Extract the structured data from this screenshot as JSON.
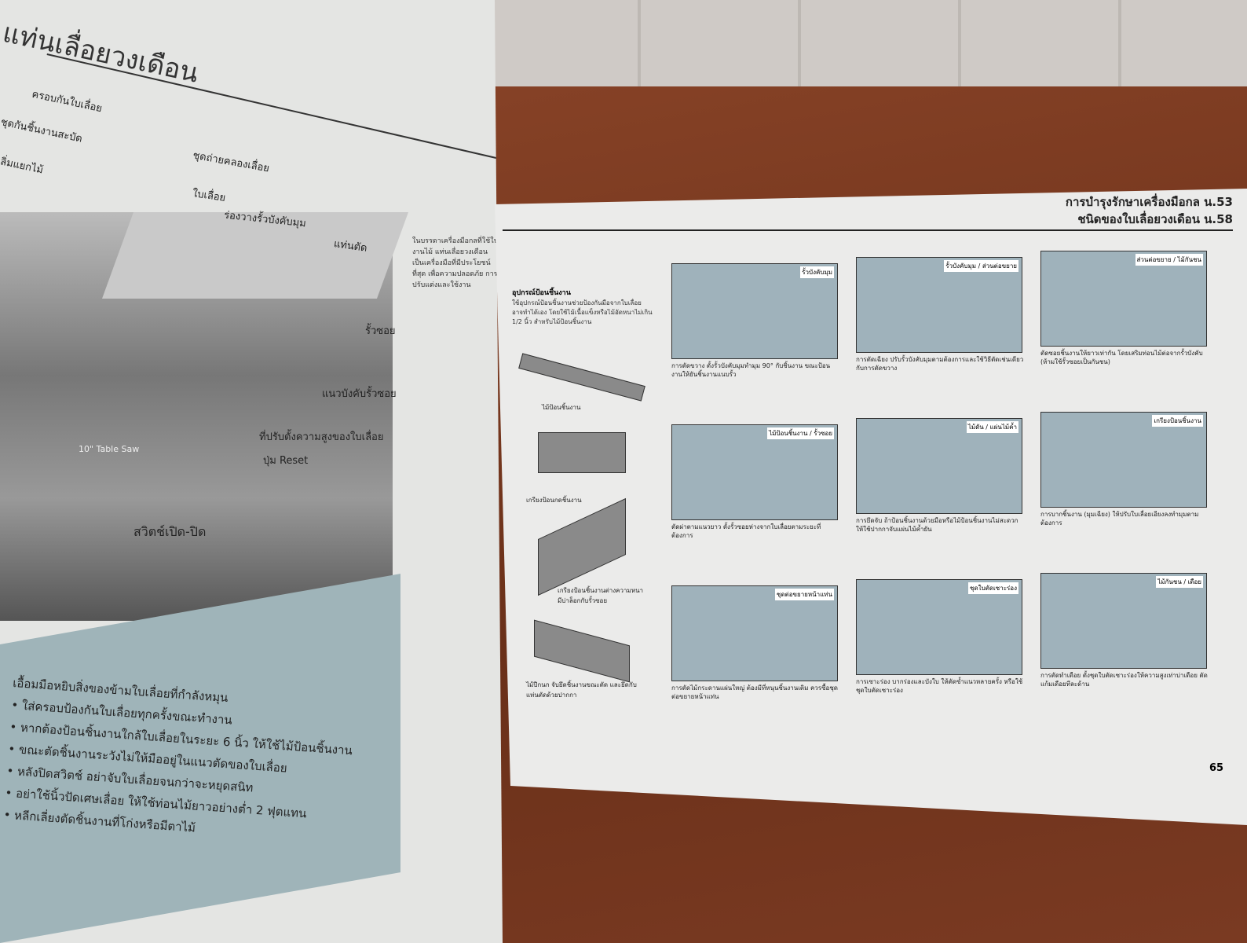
{
  "left_page": {
    "title": "แท่นเลื่อยวงเดือน",
    "labels": [
      "ครอบกันใบเลื่อย",
      "ชุดกันชิ้นงานสะบัด",
      "ลิ่มแยกไม้",
      "ชุดถ่ายคลองเลื่อย",
      "ใบเลื่อย",
      "ร่องวางรั้วบังคับมุม",
      "แท่นตัด",
      "รั้วซอย",
      "แนวบังคับรั้วซอย",
      "ที่ปรับตั้งความสูงของใบเลื่อย",
      "ปุ่ม Reset",
      "สวิตช์เปิด-ปิด",
      "10\" Table Saw"
    ],
    "body_text": "ในบรรดาเครื่องมือกลที่ใช้ในงานไม้ แท่นเลื่อยวงเดือนเป็นเครื่องมือที่มีประโยชน์ที่สุด เพื่อความปลอดภัย การปรับแต่งและใช้งาน",
    "bullets": [
      "เอื้อมมือหยิบสิ่งของข้ามใบเลื่อยที่กำลังหมุน",
      "• ใส่ครอบป้องกันใบเลื่อยทุกครั้งขณะทำงาน",
      "• หากต้องป้อนชิ้นงานใกล้ใบเลื่อยในระยะ 6 นิ้ว ให้ใช้ไม้ป้อนชิ้นงาน",
      "• ขณะตัดชิ้นงานระวังไม่ให้มืออยู่ในแนวตัดของใบเลื่อย",
      "• หลังปิดสวิตช์ อย่าจับใบเลื่อยจนกว่าจะหยุดสนิท",
      "• อย่าใช้นิ้วปัดเศษเลื่อย ให้ใช้ท่อนไม้ยาวอย่างต่ำ 2 ฟุตแทน",
      "• หลีกเลี่ยงตัดชิ้นงานที่โก่งหรือมีตาไม้"
    ]
  },
  "right_page": {
    "xrefs": [
      "การบำรุงรักษาเครื่องมือกล น.53",
      "ชนิดของใบเลื่อยวงเดือน น.58"
    ],
    "sidebar_title": "อุปกรณ์ป้อนชิ้นงาน",
    "sidebar_text": "ใช้อุปกรณ์ป้อนชิ้นงานช่วยป้องกันมือจากใบเลื่อย อาจทำได้เอง โดยใช้ไม้เนื้อแข็งหรือไม้อัดหนาไม่เกิน 1/2 นิ้ว สำหรับไม้ป้อนชิ้นงาน",
    "tools": [
      "ไม้ป้อนชิ้นงาน",
      "เกรียงป้อนกดชิ้นงาน",
      "เกรียงป้อนชิ้นงานต่างความหนา มีบ่าล็อกกับรั้วซอย",
      "ไม้ปีกนก จับยึดชิ้นงานขณะตัด และยึดกับแท่นตัดด้วยปากกา"
    ],
    "panels": [
      {
        "tag": "รั้วบังคับมุม",
        "caption": "การตัดขวาง ตั้งรั้วบังคับมุมทำมุม 90° กับชิ้นงาน ขณะป้อนงานให้ยันชิ้นงานแนบรั้ว"
      },
      {
        "tag": "รั้วบังคับมุม / ส่วนต่อขยาย",
        "caption": "การตัดเฉียง ปรับรั้วบังคับมุมตามต้องการและใช้วิธีตัดเช่นเดียวกับการตัดขวาง"
      },
      {
        "tag": "ส่วนต่อขยาย / ไม้กันชน",
        "caption": "ตัดซอยชิ้นงานให้ยาวเท่ากัน โดยเสริมท่อนไม้ต่อจากรั้วบังคับ (ห้ามใช้รั้วซอยเป็นกันชน)"
      },
      {
        "tag": "ไม้ป้อนชิ้นงาน / รั้วซอย",
        "caption": "ตัดผ่าตามแนวยาว ตั้งรั้วซอยห่างจากใบเลื่อยตามระยะที่ต้องการ"
      },
      {
        "tag": "ไม้ดัน / แผ่นไม้ค้ำ",
        "caption": "การยึดจับ ถ้าป้อนชิ้นงานด้วยมือหรือไม้ป้อนชิ้นงานไม่สะดวก ให้ใช้ปากกาจับแผ่นไม้ค้ำยัน"
      },
      {
        "tag": "เกรียงป้อนชิ้นงาน",
        "caption": "การบากชิ้นงาน (มุมเฉียง) ให้ปรับใบเลื่อยเอียงลงทำมุมตามต้องการ"
      },
      {
        "tag": "ชุดต่อขยายหน้าแท่น",
        "caption": "การตัดไม้กระดานแผ่นใหญ่ ต้องมีที่หนุนชิ้นงานเติม ควรซื้อชุดต่อขยายหน้าแท่น"
      },
      {
        "tag": "ชุดใบตัดเซาะร่อง",
        "caption": "การเซาะร่อง บากร่องและบังใบ ให้ตัดซ้ำแนวหลายครั้ง หรือใช้ชุดใบตัดเซาะร่อง"
      },
      {
        "tag": "ไม้กันชน / เดือย",
        "caption": "การตัดทำเดือย ตั้งชุดใบตัดเซาะร่องให้ความสูงเท่าบ่าเดือย ตัดแก้มเดือยทีละด้าน"
      }
    ],
    "page_number": "65"
  }
}
